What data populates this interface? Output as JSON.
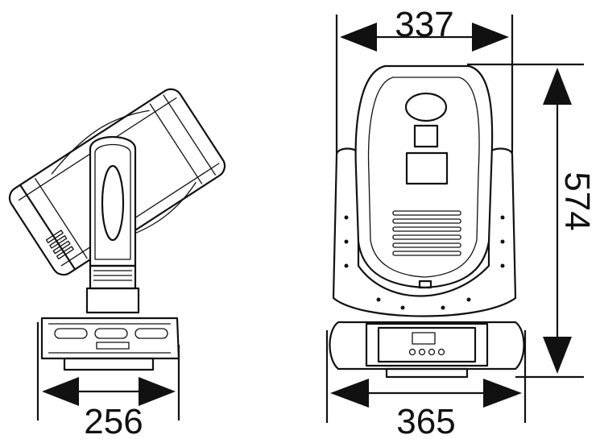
{
  "dimensions": {
    "side_base_width": "256",
    "front_head_width": "337",
    "front_height": "574",
    "front_base_width": "365"
  }
}
